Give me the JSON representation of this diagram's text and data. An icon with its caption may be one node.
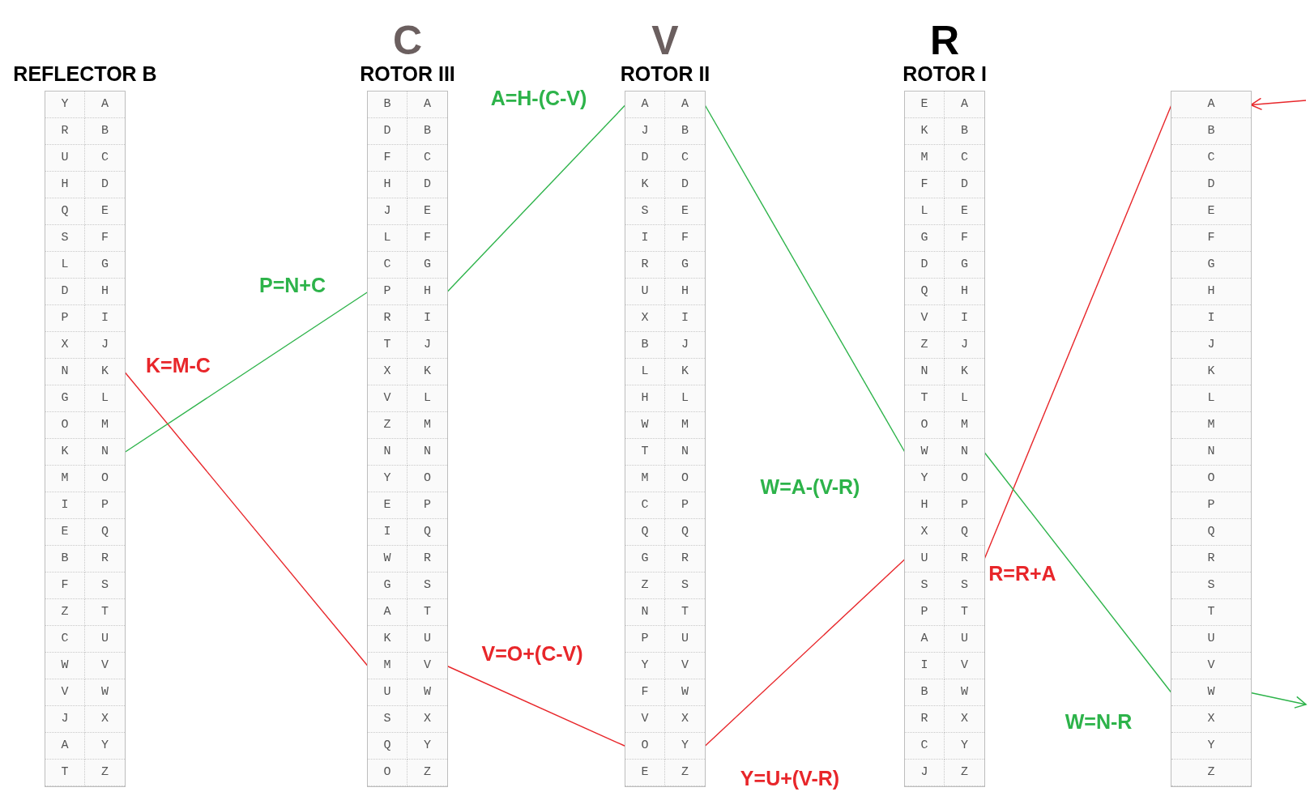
{
  "diagram": {
    "nodes": [
      {
        "text": [
          "REFLECTOR B"
        ]
      },
      {
        "text": [
          "Y"
        ],
        "in": 0
      },
      {
        "text": [
          "A"
        ],
        "in": 0
      },
      {
        "text": [
          "R"
        ],
        "in": 0
      },
      {
        "text": [
          "B"
        ],
        "in": 0
      },
      {
        "text": [
          "U"
        ],
        "in": 0
      },
      {
        "text": [
          "C"
        ],
        "in": 0
      },
      {
        "text": [
          "H"
        ],
        "in": 0
      },
      {
        "text": [
          "D"
        ],
        "in": 0
      },
      {
        "text": [
          "Q"
        ],
        "in": 0
      },
      {
        "text": [
          "E"
        ],
        "in": 0
      },
      {
        "text": [
          "S"
        ],
        "in": 0
      },
      {
        "text": [
          "F"
        ],
        "in": 0
      },
      {
        "text": [
          "L"
        ],
        "in": 0
      },
      {
        "text": [
          "G"
        ],
        "in": 0
      },
      {
        "text": [
          "D"
        ],
        "in": 0
      },
      {
        "text": [
          "H"
        ],
        "in": 0
      },
      {
        "text": [
          "P"
        ],
        "in": 0
      },
      {
        "text": [
          "I"
        ],
        "in": 0
      },
      {
        "text": [
          "X"
        ],
        "in": 0
      },
      {
        "text": [
          "J"
        ],
        "in": 0
      },
      {
        "text": [
          "N"
        ],
        "in": 0
      },
      {
        "text": [
          "K"
        ],
        "in": 0
      },
      {
        "text": [
          "G"
        ],
        "in": 0
      },
      {
        "text": [
          "L"
        ],
        "in": 0
      },
      {
        "text": [
          "O"
        ],
        "in": 0
      },
      {
        "text": [
          "M"
        ],
        "in": 0
      },
      {
        "text": [
          "K"
        ],
        "in": 0
      },
      {
        "text": [
          "N"
        ],
        "in": 0
      },
      {
        "text": [
          "M"
        ],
        "in": 0
      },
      {
        "text": [
          "O"
        ],
        "in": 0
      },
      {
        "text": [
          "I"
        ],
        "in": 0
      },
      {
        "text": [
          "P"
        ],
        "in": 0
      },
      {
        "text": [
          "E"
        ],
        "in": 0
      },
      {
        "text": [
          "Q"
        ],
        "in": 0
      },
      {
        "text": [
          "B"
        ],
        "in": 0
      },
      {
        "text": [
          "R"
        ],
        "in": 0
      },
      {
        "text": [
          "F"
        ],
        "in": 0
      },
      {
        "text": [
          "S"
        ],
        "in": 0
      },
      {
        "text": [
          "Z"
        ],
        "in": 0
      },
      {
        "text": [
          "T"
        ],
        "in": 0
      },
      {
        "text": [
          "C"
        ],
        "in": 0
      },
      {
        "text": [
          "U"
        ],
        "in": 0
      },
      {
        "text": [
          "W"
        ],
        "in": 0
      },
      {
        "text": [
          "V"
        ],
        "in": 0
      },
      {
        "text": [
          "V"
        ],
        "in": 0
      },
      {
        "text": [
          "W"
        ],
        "in": 0
      },
      {
        "text": [
          "J"
        ],
        "in": 0
      },
      {
        "text": [
          "X"
        ],
        "in": 0
      },
      {
        "text": [
          "A"
        ],
        "in": 0
      },
      {
        "text": [
          "Y"
        ],
        "in": 0
      },
      {
        "text": [
          "T"
        ],
        "in": 0
      },
      {
        "text": [
          "Z"
        ],
        "in": 0
      },
      {
        "text": [
          "ROTOR III"
        ],
        "beside": [
          "C"
        ]
      },
      {
        "text": [
          "B"
        ],
        "in": 53
      },
      {
        "text": [
          "A"
        ],
        "in": 53
      },
      {
        "text": [
          "D"
        ],
        "in": 53
      },
      {
        "text": [
          "B"
        ],
        "in": 53
      },
      {
        "text": [
          "F"
        ],
        "in": 53
      },
      {
        "text": [
          "C"
        ],
        "in": 53
      },
      {
        "text": [
          "H"
        ],
        "in": 53
      },
      {
        "text": [
          "D"
        ],
        "in": 53
      },
      {
        "text": [
          "J"
        ],
        "in": 53
      },
      {
        "text": [
          "E"
        ],
        "in": 53
      },
      {
        "text": [
          "L"
        ],
        "in": 53
      },
      {
        "text": [
          "F"
        ],
        "in": 53
      },
      {
        "text": [
          "C"
        ],
        "in": 53
      },
      {
        "text": [
          "G"
        ],
        "in": 53
      },
      {
        "text": [
          "P"
        ],
        "in": 53
      },
      {
        "text": [
          "H"
        ],
        "in": 53
      },
      {
        "text": [
          "R"
        ],
        "in": 53
      },
      {
        "text": [
          "I"
        ],
        "in": 53
      },
      {
        "text": [
          "T"
        ],
        "in": 53
      },
      {
        "text": [
          "J"
        ],
        "in": 53
      },
      {
        "text": [
          "X"
        ],
        "in": 53
      },
      {
        "text": [
          "K"
        ],
        "in": 53
      },
      {
        "text": [
          "V"
        ],
        "in": 53
      },
      {
        "text": [
          "L"
        ],
        "in": 53
      },
      {
        "text": [
          "Z"
        ],
        "in": 53
      },
      {
        "text": [
          "M"
        ],
        "in": 53
      },
      {
        "text": [
          "N"
        ],
        "in": 53
      },
      {
        "text": [
          "N"
        ],
        "in": 53
      },
      {
        "text": [
          "Y"
        ],
        "in": 53
      },
      {
        "text": [
          "O"
        ],
        "in": 53
      },
      {
        "text": [
          "E"
        ],
        "in": 53
      },
      {
        "text": [
          "P"
        ],
        "in": 53
      },
      {
        "text": [
          "I"
        ],
        "in": 53
      },
      {
        "text": [
          "Q"
        ],
        "in": 53
      },
      {
        "text": [
          "W"
        ],
        "in": 53
      },
      {
        "text": [
          "R"
        ],
        "in": 53
      },
      {
        "text": [
          "G"
        ],
        "in": 53
      },
      {
        "text": [
          "S"
        ],
        "in": 53
      },
      {
        "text": [
          "A"
        ],
        "in": 53
      },
      {
        "text": [
          "T"
        ],
        "in": 53
      },
      {
        "text": [
          "K"
        ],
        "in": 53
      },
      {
        "text": [
          "U"
        ],
        "in": 53
      },
      {
        "text": [
          "M"
        ],
        "in": 53
      },
      {
        "text": [
          "V"
        ],
        "in": 53
      },
      {
        "text": [
          "U"
        ],
        "in": 53
      },
      {
        "text": [
          "W"
        ],
        "in": 53
      },
      {
        "text": [
          "S"
        ],
        "in": 53
      },
      {
        "text": [
          "X"
        ],
        "in": 53
      },
      {
        "text": [
          "Q"
        ],
        "in": 53
      },
      {
        "text": [
          "Y"
        ],
        "in": 53
      },
      {
        "text": [
          "O"
        ],
        "in": 53
      },
      {
        "text": [
          "Z"
        ],
        "in": 53
      },
      {
        "text": [
          "ROTOR II"
        ],
        "beside": [
          "V"
        ]
      },
      {
        "text": [
          "A"
        ],
        "in": 106
      },
      {
        "text": [
          "A"
        ],
        "in": 106
      },
      {
        "text": [
          "J"
        ],
        "in": 106
      },
      {
        "text": [
          "B"
        ],
        "in": 106
      },
      {
        "text": [
          "D"
        ],
        "in": 106
      },
      {
        "text": [
          "C"
        ],
        "in": 106
      },
      {
        "text": [
          "K"
        ],
        "in": 106
      },
      {
        "text": [
          "D"
        ],
        "in": 106
      },
      {
        "text": [
          "S"
        ],
        "in": 106
      },
      {
        "text": [
          "E"
        ],
        "in": 106
      },
      {
        "text": [
          "I"
        ],
        "in": 106
      },
      {
        "text": [
          "F"
        ],
        "in": 106
      },
      {
        "text": [
          "R"
        ],
        "in": 106
      },
      {
        "text": [
          "G"
        ],
        "in": 106
      },
      {
        "text": [
          "U"
        ],
        "in": 106
      },
      {
        "text": [
          "H"
        ],
        "in": 106
      },
      {
        "text": [
          "X"
        ],
        "in": 106
      },
      {
        "text": [
          "I"
        ],
        "in": 106
      },
      {
        "text": [
          "B"
        ],
        "in": 106
      },
      {
        "text": [
          "J"
        ],
        "in": 106
      },
      {
        "text": [
          "L"
        ],
        "in": 106
      },
      {
        "text": [
          "K"
        ],
        "in": 106
      },
      {
        "text": [
          "H"
        ],
        "in": 106
      },
      {
        "text": [
          "L"
        ],
        "in": 106
      },
      {
        "text": [
          "W"
        ],
        "in": 106
      },
      {
        "text": [
          "M"
        ],
        "in": 106
      },
      {
        "text": [
          "T"
        ],
        "in": 106
      },
      {
        "text": [
          "N"
        ],
        "in": 106
      },
      {
        "text": [
          "M"
        ],
        "in": 106
      },
      {
        "text": [
          "O"
        ],
        "in": 106
      },
      {
        "text": [
          "C"
        ],
        "in": 106
      },
      {
        "text": [
          "P"
        ],
        "in": 106
      },
      {
        "text": [
          "Q"
        ],
        "in": 106
      },
      {
        "text": [
          "Q"
        ],
        "in": 106
      },
      {
        "text": [
          "G"
        ],
        "in": 106
      },
      {
        "text": [
          "R"
        ],
        "in": 106
      },
      {
        "text": [
          "Z"
        ],
        "in": 106
      },
      {
        "text": [
          "S"
        ],
        "in": 106
      },
      {
        "text": [
          "N"
        ],
        "in": 106
      },
      {
        "text": [
          "T"
        ],
        "in": 106
      },
      {
        "text": [
          "P"
        ],
        "in": 106
      },
      {
        "text": [
          "U"
        ],
        "in": 106
      },
      {
        "text": [
          "Y"
        ],
        "in": 106
      },
      {
        "text": [
          "V"
        ],
        "in": 106
      },
      {
        "text": [
          "F"
        ],
        "in": 106
      },
      {
        "text": [
          "W"
        ],
        "in": 106
      },
      {
        "text": [
          "V"
        ],
        "in": 106
      },
      {
        "text": [
          "X"
        ],
        "in": 106
      },
      {
        "text": [
          "O"
        ],
        "in": 106
      },
      {
        "text": [
          "Y"
        ],
        "in": 106
      },
      {
        "text": [
          "E"
        ],
        "in": 106
      },
      {
        "text": [
          "Z"
        ],
        "in": 106
      },
      {
        "text": [
          "ROTOR I"
        ],
        "beside": [
          "R"
        ]
      },
      {
        "text": [
          "E"
        ],
        "in": 159
      },
      {
        "text": [
          "A"
        ],
        "in": 159
      },
      {
        "text": [
          "K"
        ],
        "in": 159
      },
      {
        "text": [
          "B"
        ],
        "in": 159
      },
      {
        "text": [
          "M"
        ],
        "in": 159
      },
      {
        "text": [
          "C"
        ],
        "in": 159
      },
      {
        "text": [
          "F"
        ],
        "in": 159
      },
      {
        "text": [
          "D"
        ],
        "in": 159
      },
      {
        "text": [
          "L"
        ],
        "in": 159
      },
      {
        "text": [
          "E"
        ],
        "in": 159
      },
      {
        "text": [
          "G"
        ],
        "in": 159
      },
      {
        "text": [
          "F"
        ],
        "in": 159
      },
      {
        "text": [
          "D"
        ],
        "in": 159
      },
      {
        "text": [
          "G"
        ],
        "in": 159
      },
      {
        "text": [
          "Q"
        ],
        "in": 159
      },
      {
        "text": [
          "H"
        ],
        "in": 159
      },
      {
        "text": [
          "V"
        ],
        "in": 159
      },
      {
        "text": [
          "I"
        ],
        "in": 159
      },
      {
        "text": [
          "Z"
        ],
        "in": 159
      },
      {
        "text": [
          "J"
        ],
        "in": 159
      },
      {
        "text": [
          "N"
        ],
        "in": 159
      },
      {
        "text": [
          "K"
        ],
        "in": 159
      },
      {
        "text": [
          "T"
        ],
        "in": 159
      },
      {
        "text": [
          "L"
        ],
        "in": 159
      },
      {
        "text": [
          "O"
        ],
        "in": 159
      },
      {
        "text": [
          "M"
        ],
        "in": 159
      },
      {
        "text": [
          "W"
        ],
        "in": 159
      },
      {
        "text": [
          "N"
        ],
        "in": 159
      },
      {
        "text": [
          "Y"
        ],
        "in": 159
      },
      {
        "text": [
          "O"
        ],
        "in": 159
      },
      {
        "text": [
          "H"
        ],
        "in": 159
      },
      {
        "text": [
          "P"
        ],
        "in": 159
      },
      {
        "text": [
          "X"
        ],
        "in": 159
      },
      {
        "text": [
          "Q"
        ],
        "in": 159
      },
      {
        "text": [
          "U"
        ],
        "in": 159
      },
      {
        "text": [
          "R"
        ],
        "in": 159
      },
      {
        "text": [
          "S"
        ],
        "in": 159
      },
      {
        "text": [
          "S"
        ],
        "in": 159
      },
      {
        "text": [
          "P"
        ],
        "in": 159
      },
      {
        "text": [
          "T"
        ],
        "in": 159
      },
      {
        "text": [
          "A"
        ],
        "in": 159
      },
      {
        "text": [
          "U"
        ],
        "in": 159
      },
      {
        "text": [
          "I"
        ],
        "in": 159
      },
      {
        "text": [
          "V"
        ],
        "in": 159
      },
      {
        "text": [
          "B"
        ],
        "in": 159
      },
      {
        "text": [
          "W"
        ],
        "in": 159
      },
      {
        "text": [
          "R"
        ],
        "in": 159
      },
      {
        "text": [
          "X"
        ],
        "in": 159
      },
      {
        "text": [
          "C"
        ],
        "in": 159
      },
      {
        "text": [
          "Y"
        ],
        "in": 159
      },
      {
        "text": [
          "J"
        ],
        "in": 159
      },
      {
        "text": [
          "Z"
        ],
        "in": 159
      },
      {
        "text": [],
        "shape": "box"
      },
      {
        "text": [
          "A"
        ],
        "in": 212
      },
      {
        "text": [
          "B"
        ],
        "in": 212
      },
      {
        "text": [
          "C"
        ],
        "in": 212
      },
      {
        "text": [
          "D"
        ],
        "in": 212
      },
      {
        "text": [
          "E"
        ],
        "in": 212
      },
      {
        "text": [
          "F"
        ],
        "in": 212
      },
      {
        "text": [
          "G"
        ],
        "in": 212
      },
      {
        "text": [
          "H"
        ],
        "in": 212
      },
      {
        "text": [
          "I"
        ],
        "in": 212
      },
      {
        "text": [
          "J"
        ],
        "in": 212
      },
      {
        "text": [
          "K"
        ],
        "in": 212
      },
      {
        "text": [
          "L"
        ],
        "in": 212
      },
      {
        "text": [
          "M"
        ],
        "in": 212
      },
      {
        "text": [
          "N"
        ],
        "in": 212
      },
      {
        "text": [
          "O"
        ],
        "in": 212
      },
      {
        "text": [
          "P"
        ],
        "in": 212
      },
      {
        "text": [
          "Q"
        ],
        "in": 212
      },
      {
        "text": [
          "R"
        ],
        "in": 212
      },
      {
        "text": [
          "S"
        ],
        "in": 212
      },
      {
        "text": [
          "T"
        ],
        "in": 212
      },
      {
        "text": [
          "U"
        ],
        "in": 212
      },
      {
        "text": [
          "V"
        ],
        "in": 212
      },
      {
        "text": [
          "W"
        ],
        "in": 212
      },
      {
        "text": [
          "X"
        ],
        "in": 212
      },
      {
        "text": [
          "Y"
        ],
        "in": 212
      },
      {
        "text": [
          "Z"
        ],
        "in": 212
      }
    ],
    "edges": [
      {
        "from": null,
        "to": 213,
        "arrow": "to",
        "color": "#e8262a"
      },
      {
        "from": 213,
        "to": 195,
        "arrow": "none",
        "label": "R=R+A",
        "color": "#e8262a"
      },
      {
        "from": 194,
        "to": 156,
        "arrow": "none",
        "label": "Y=U+(V-R)",
        "color": "#e8262a"
      },
      {
        "from": 155,
        "to": 97,
        "arrow": "none",
        "label": "V=O+(C-V)",
        "color": "#e8262a"
      },
      {
        "from": 96,
        "to": 22,
        "arrow": "none",
        "label": "K=M-C",
        "color": "#e8262a"
      },
      {
        "from": 28,
        "to": 68,
        "arrow": "none",
        "label": "P=N+C",
        "color": "#2db34a"
      },
      {
        "from": 69,
        "to": 107,
        "arrow": "none",
        "label": "A=H-(C-V)",
        "color": "#2db34a"
      },
      {
        "from": 108,
        "to": 186,
        "arrow": "none",
        "label": "W=A-(V-R)",
        "color": "#2db34a"
      },
      {
        "from": 187,
        "to": 235,
        "arrow": "none",
        "label": "W=N-R",
        "color": "#2db34a"
      },
      {
        "from": 235,
        "to": null,
        "arrow": "to",
        "color": "#2db34a"
      }
    ]
  }
}
